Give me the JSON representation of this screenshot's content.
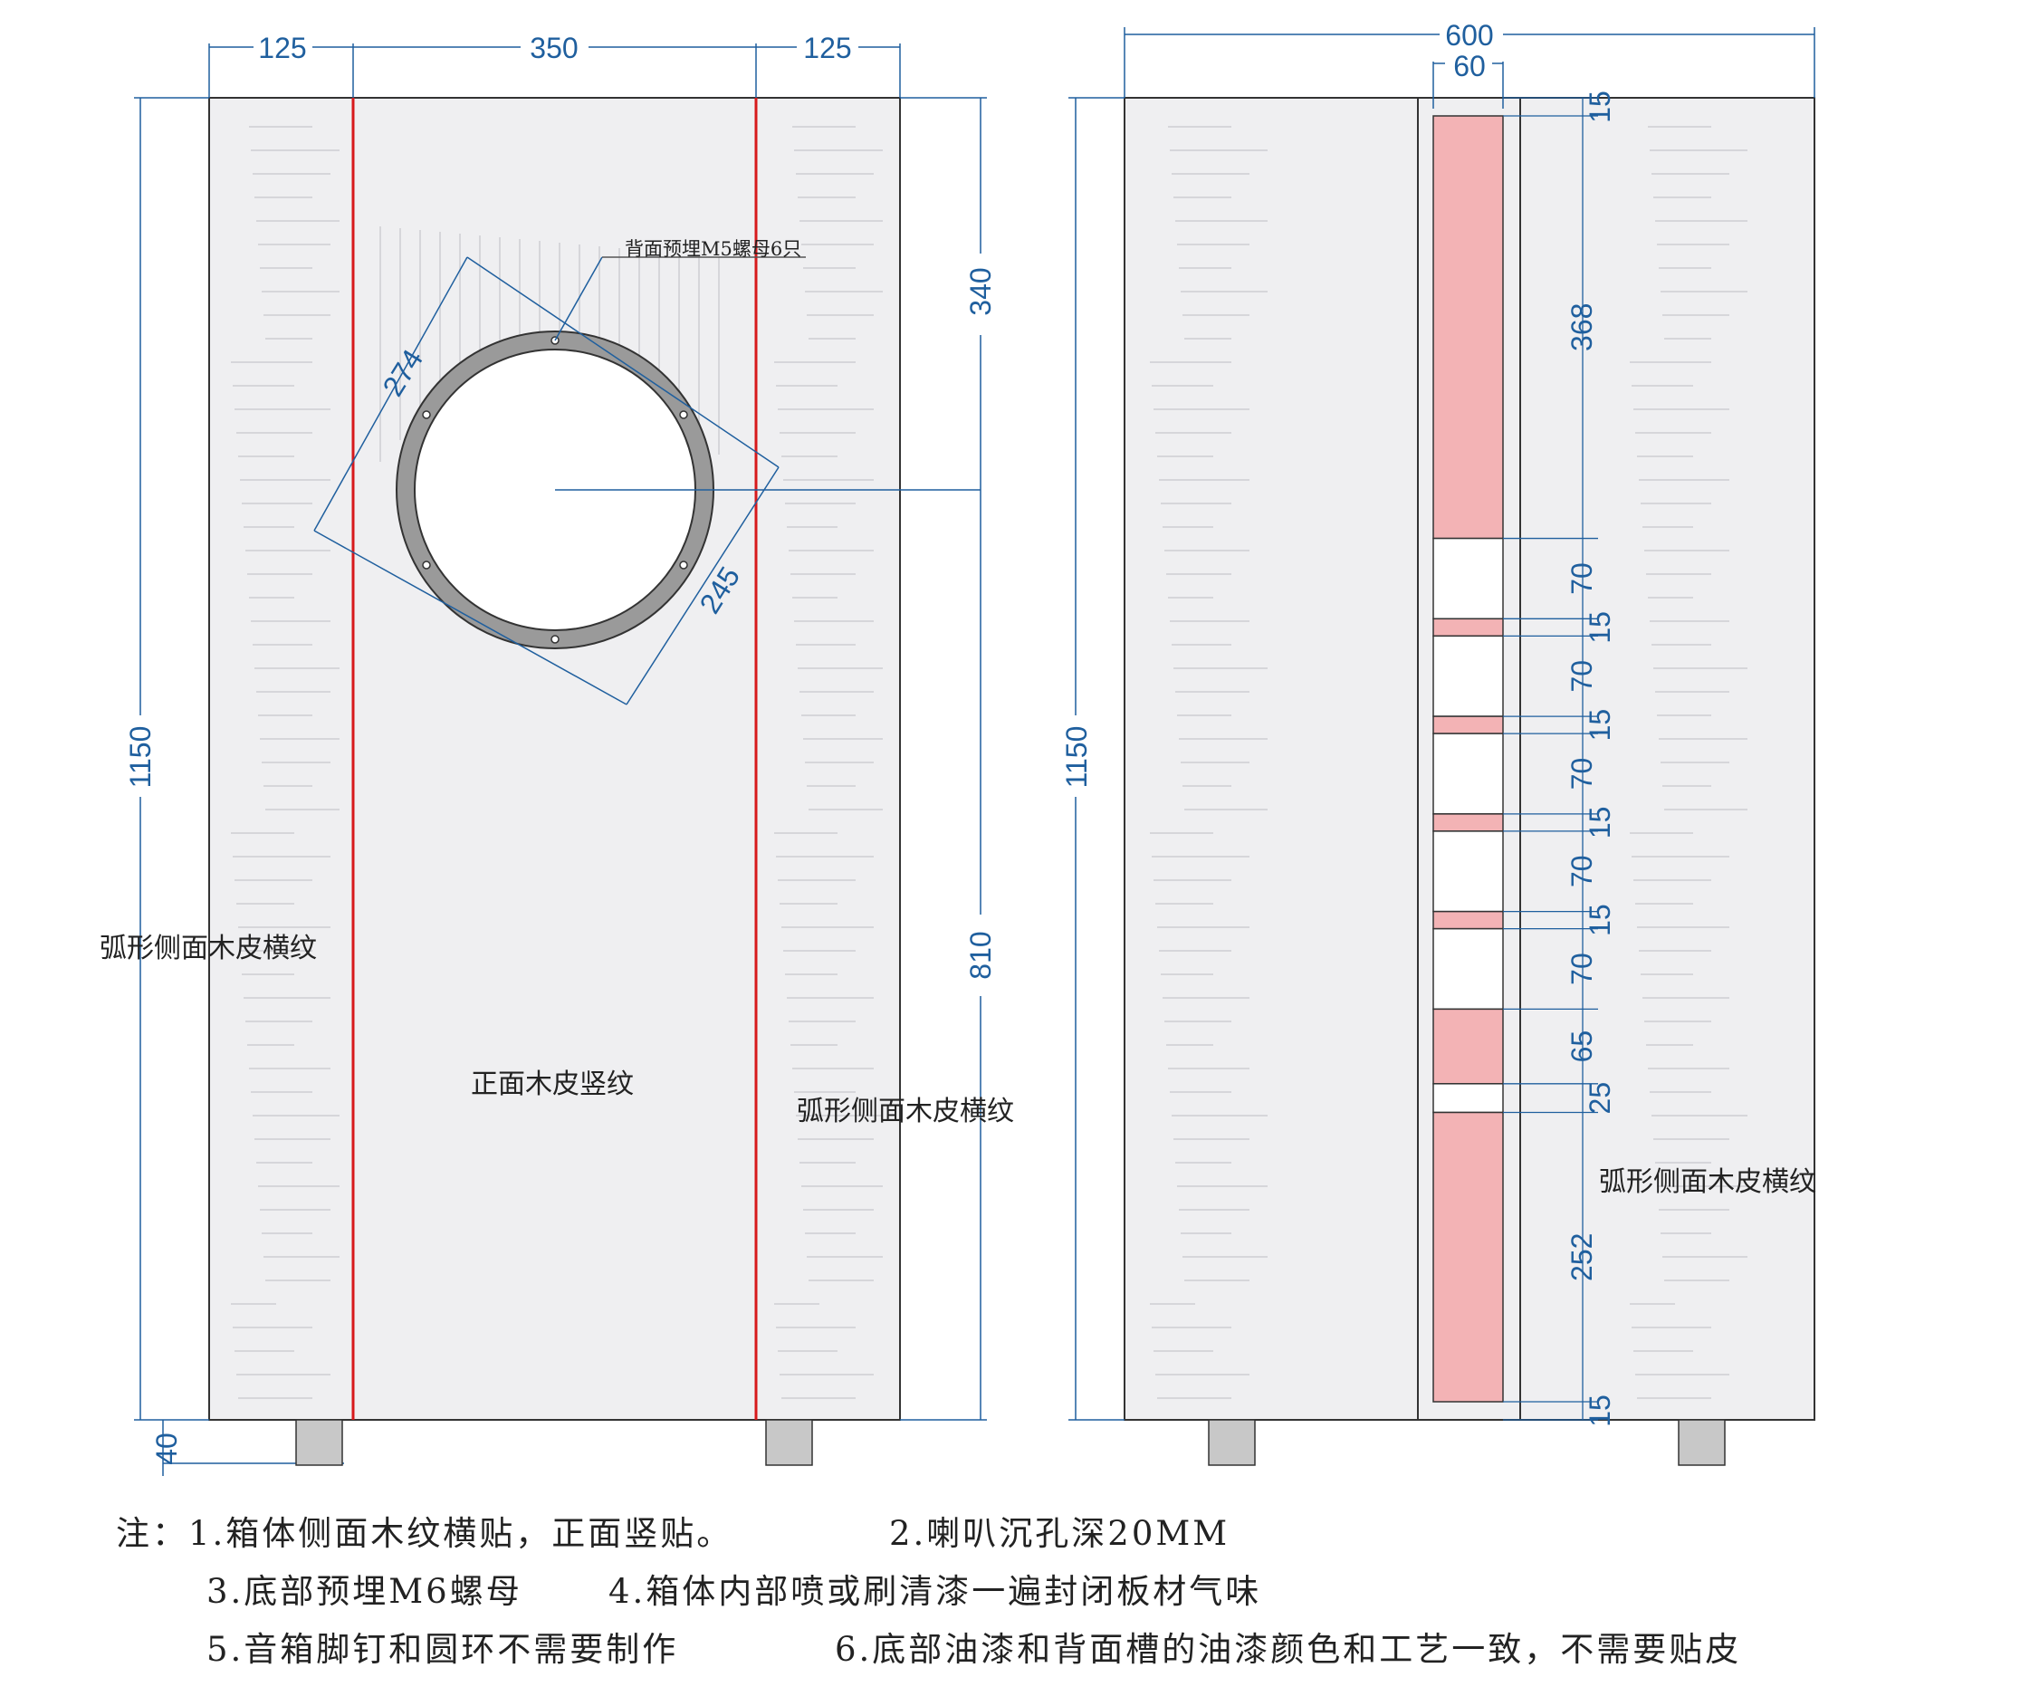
{
  "colors": {
    "panel": "#efeff1",
    "outline": "#333333",
    "red_line": "#d7191c",
    "dimension": "#1f5f9e",
    "slot_fill": "#f3b3b5",
    "ring": "#9a9a9a",
    "foot": "#c8c8c8"
  },
  "front": {
    "dims": {
      "left": "125",
      "center": "350",
      "right": "125",
      "top_offset": "340",
      "bottom_offset": "810",
      "height": "1150",
      "foot": "40",
      "ring_outer": "274",
      "ring_inner": "245"
    },
    "labels": {
      "side_left": "弧形侧面木皮横纹",
      "center": "正面木皮竖纹",
      "side_right": "弧形侧面木皮横纹",
      "nut_note": "背面预埋M5螺母6只"
    }
  },
  "back": {
    "dims": {
      "width": "600",
      "slot_width": "60",
      "height": "1150"
    },
    "slot_labels": [
      "15",
      "368",
      "70",
      "15",
      "70",
      "15",
      "70",
      "15",
      "70",
      "15",
      "70",
      "65",
      "25",
      "252",
      "15"
    ],
    "label_side": "弧形侧面木皮横纹"
  },
  "notes": [
    "注：1.箱体侧面木纹横贴，正面竖贴。",
    "2.喇叭沉孔深20MM",
    "3.底部预埋M6螺母",
    "4.箱体内部喷或刷清漆一遍封闭板材气味",
    "5.音箱脚钉和圆环不需要制作",
    "6.底部油漆和背面槽的油漆颜色和工艺一致，不需要贴皮"
  ]
}
